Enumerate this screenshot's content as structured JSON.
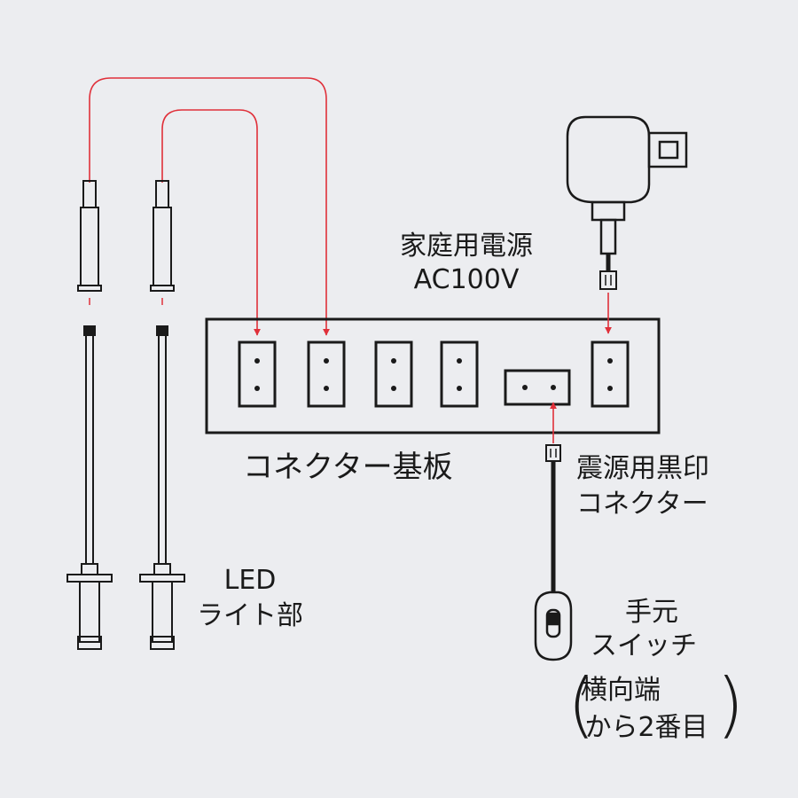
{
  "labels": {
    "power_line1": "家庭用電源",
    "power_line2": "AC100V",
    "board": "コネクター基板",
    "quake_line1": "震源用黒印",
    "quake_line2": "コネクター",
    "led_line1": "LED",
    "led_line2": "ライト部",
    "switch_line1": "手元",
    "switch_line2": "スイッチ",
    "switch_note_line1": "横向端",
    "switch_note_line2": "から2番目",
    "paren_open": "(",
    "paren_close": ")"
  },
  "colors": {
    "line": "#1a1a1a",
    "wire": "#e0303a",
    "arrow": "#e0303a",
    "background": "#ecedf0"
  }
}
